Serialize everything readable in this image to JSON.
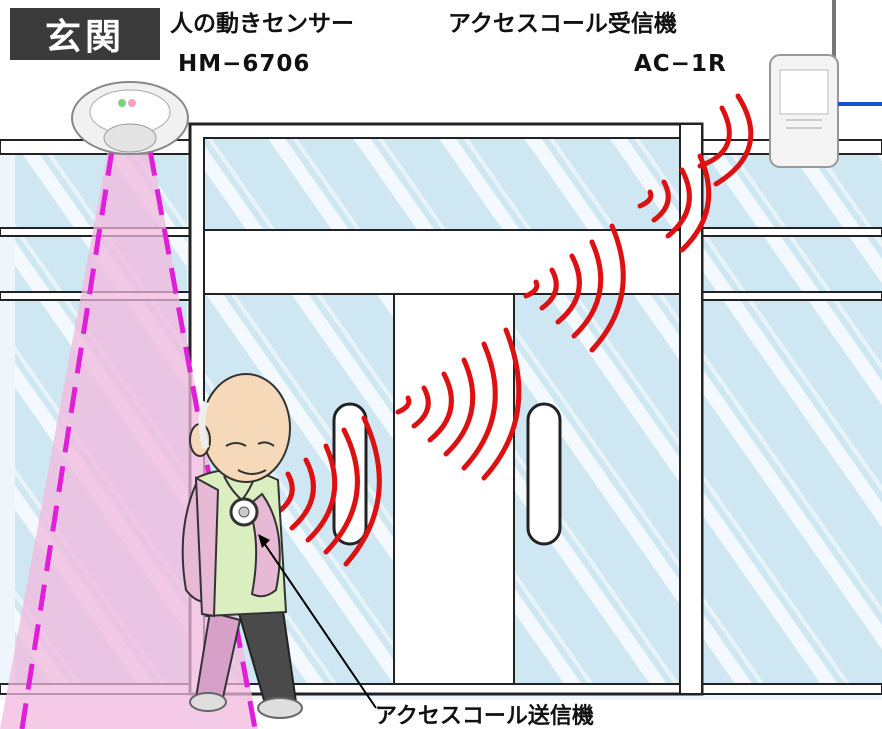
{
  "location_badge": "玄関",
  "sensor": {
    "name": "人の動きセンサー",
    "model": "HM−6706"
  },
  "receiver": {
    "name": "アクセスコール受信機",
    "model": "AC−1R"
  },
  "transmitter": {
    "name": "アクセスコール送信機"
  },
  "colors": {
    "signal_wave": "#dd1111",
    "detection_beam": "#f2b8dd",
    "detection_edge": "#e020d8",
    "glass": "#cfe7f2",
    "receiver_cable": "#1a4fd0"
  }
}
